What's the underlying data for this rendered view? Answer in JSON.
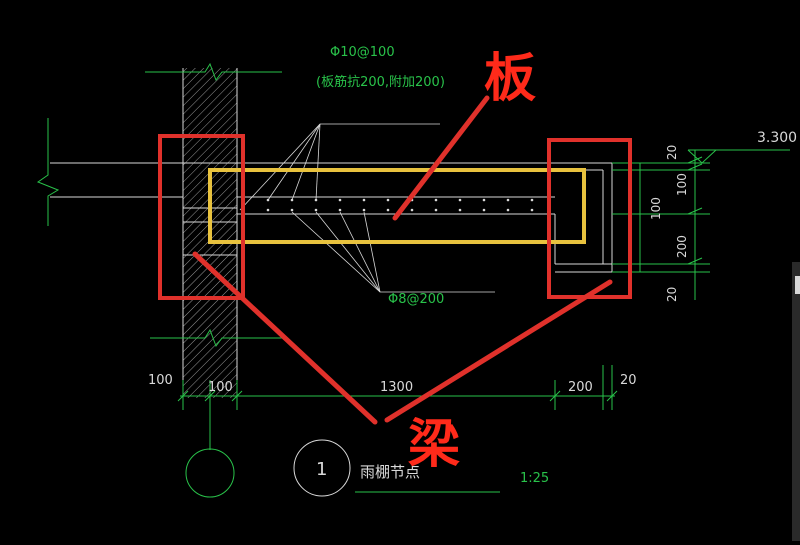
{
  "drawing": {
    "upper_rebar_spec": "Φ10@100",
    "upper_rebar_note": "(板筋抗200,附加200)",
    "lower_rebar_spec": "Φ8@200",
    "elevation": "3.300",
    "title": "雨棚节点",
    "detail_number": "1",
    "scale": "1:25",
    "dims_bottom": [
      "100",
      "100",
      "1300",
      "200",
      "20"
    ],
    "dims_right": [
      "20",
      "100",
      "200",
      "20"
    ],
    "dims_right_inner": "100"
  },
  "annotations": {
    "slab_label": "板",
    "beam_label": "梁",
    "colors": {
      "red": "#e0312b",
      "yellow": "#e8c23e",
      "cad_green": "#29c24a",
      "cad_white": "#d9d9d9",
      "label_red": "#ff2a1a"
    }
  }
}
